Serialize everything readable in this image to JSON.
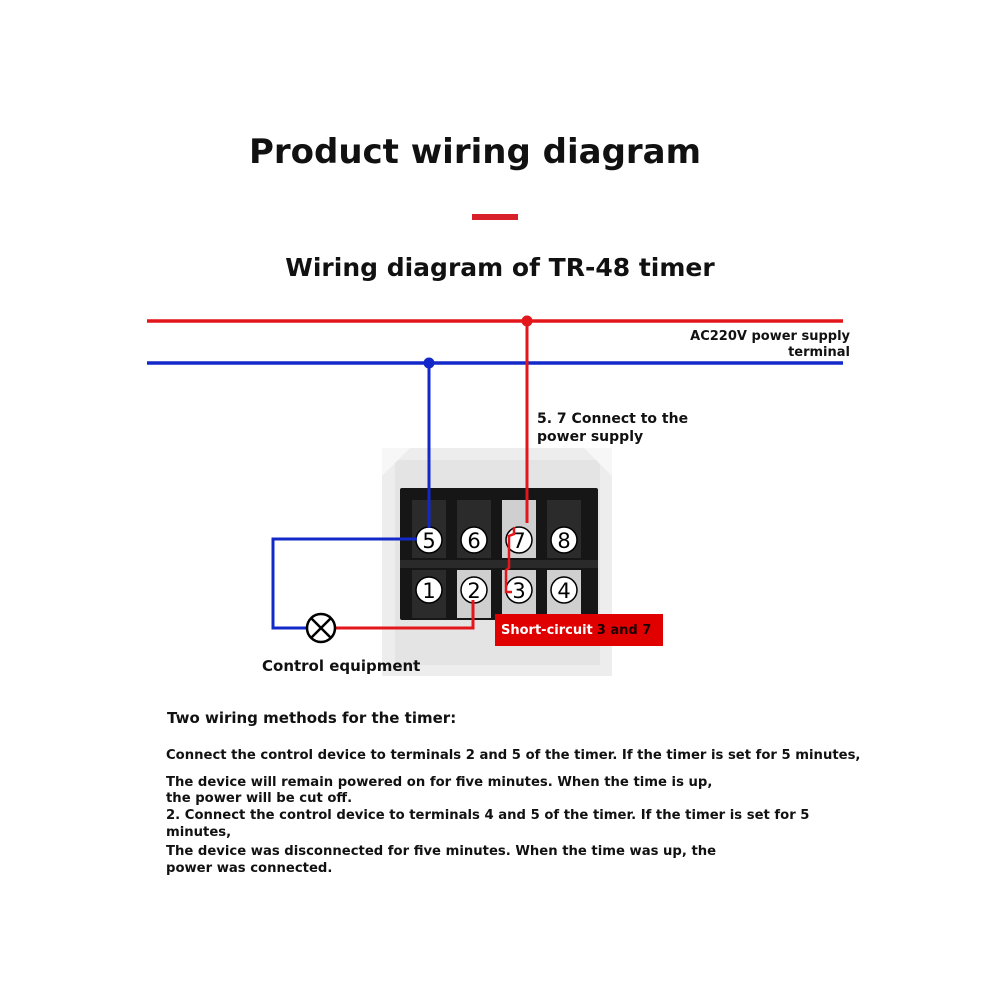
{
  "header": {
    "title": "Product wiring diagram",
    "subtitle": "Wiring diagram of TR-48 timer"
  },
  "colors": {
    "live_wire": "#e3161b",
    "neutral_wire": "#1228c8",
    "accent": "#d8202a",
    "highlight_box": "#e00000"
  },
  "diagram": {
    "supply_label_line1": "AC220V power supply",
    "supply_label_line2": "terminal",
    "connect_note_line1": "5. 7 Connect to the",
    "connect_note_line2": "power supply",
    "terminals_top": [
      "5",
      "6",
      "7",
      "8"
    ],
    "terminals_bottom": [
      "1",
      "2",
      "3",
      "4"
    ],
    "short_circuit_prefix": "Short-circuit",
    "short_circuit_terminals": "3 and 7",
    "control_equipment_label": "Control equipment",
    "lamp_icon": "lamp-symbol-icon"
  },
  "methods": {
    "heading": "Two wiring methods for the timer:",
    "line1": "Connect the control device to terminals 2 and 5 of the timer. If the timer is set for 5 minutes,",
    "line2": "The device will remain powered on for five minutes. When the time is up,",
    "line3": "the power will be cut off.",
    "line4": "2. Connect the control device to terminals 4 and 5 of the timer. If the timer is set for 5",
    "line5": "minutes,",
    "line6": "The device was disconnected for five minutes. When the time was up, the",
    "line7": "power was connected."
  }
}
